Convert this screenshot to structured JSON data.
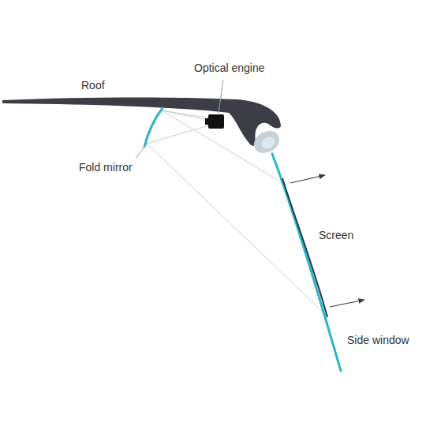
{
  "diagram": {
    "labels": [
      "Roof",
      "Optical engine",
      "Fold mirror",
      "Screen",
      "Side window"
    ]
  }
}
